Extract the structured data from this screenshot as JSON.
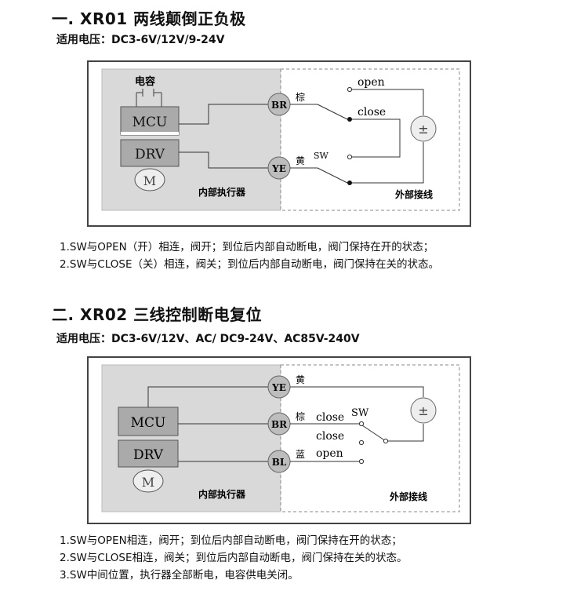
{
  "section1": {
    "title": "一. XR01 两线颠倒正负极",
    "voltage": "适用电压：DC3-6V/12V/9-24V",
    "capacitor": "电容",
    "mcu": "MCU",
    "drv": "DRV",
    "motor": "M",
    "internal": "内部执行器",
    "external": "外部接线",
    "br": "BR",
    "ye": "YE",
    "wire_brown": "棕",
    "wire_yellow": "黄",
    "sw": "SW",
    "open": "open",
    "close": "close",
    "power": "±",
    "notes": [
      "1.SW与OPEN（开）相连，阀开；到位后内部自动断电，阀门保持在开的状态；",
      "2.SW与CLOSE（关）相连，阀关；到位后内部自动断电，阀门保持在关的状态。"
    ]
  },
  "section2": {
    "title": "二. XR02 三线控制断电复位",
    "voltage": "适用电压：DC3-6V/12V、AC/ DC9-24V、AC85V-240V",
    "mcu": "MCU",
    "drv": "DRV",
    "motor": "M",
    "internal": "内部执行器",
    "external": "外部接线",
    "ye": "YE",
    "br": "BR",
    "bl": "BL",
    "wire_yellow": "黄",
    "wire_brown": "棕",
    "wire_blue": "蓝",
    "sw": "SW",
    "close1": "close",
    "close2": "close",
    "open": "open",
    "power": "±",
    "notes": [
      "1.SW与OPEN相连，阀开；到位后内部自动断电，阀门保持在开的状态；",
      "2.SW与CLOSE相连，阀关；到位后内部自动断电，阀门保持在关的状态。",
      "3.SW中间位置，执行器全部断电，电容供电关闭。"
    ]
  },
  "colors": {
    "internal_bg": "#d9d9d9",
    "block_bg": "#aaaaaa",
    "terminal_bg": "#bdbdbd",
    "line": "#333333"
  }
}
